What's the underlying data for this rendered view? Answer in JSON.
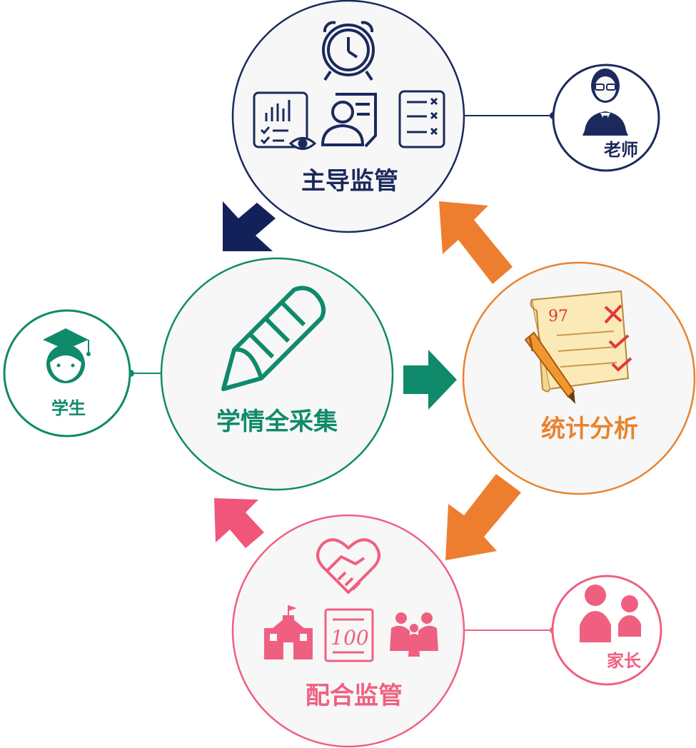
{
  "nodes": {
    "teacher_supervision": {
      "label": "主导监管",
      "color": "#1b2a5c"
    },
    "collection": {
      "label": "学情全采集",
      "color": "#0f8a6a"
    },
    "analysis": {
      "label": "统计分析",
      "color": "#e8832f"
    },
    "parent_supervision": {
      "label": "配合监管",
      "color": "#ef6080"
    }
  },
  "roles": {
    "teacher": {
      "label": "老师",
      "color": "#1b2a5c"
    },
    "student": {
      "label": "学生",
      "color": "#0f8a6a"
    },
    "parent": {
      "label": "家长",
      "color": "#ef6080"
    }
  },
  "icons": {
    "score": "100",
    "paper_mark": "97"
  }
}
